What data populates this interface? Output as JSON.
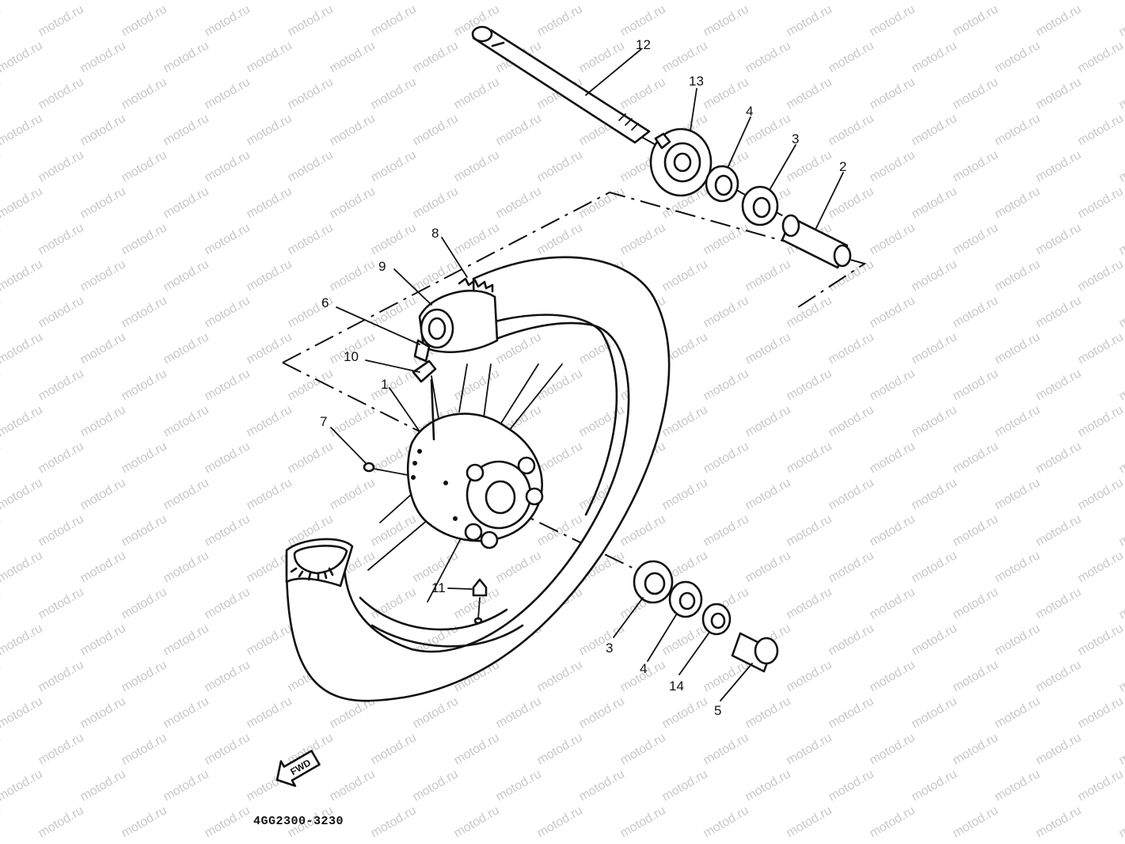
{
  "diagram": {
    "part_code": "4GG2300-3230",
    "fwd_label": "FWD",
    "watermark": "motod.ru",
    "callouts": {
      "c1": "1",
      "c2": "2",
      "c3a": "3",
      "c3b": "3",
      "c4a": "4",
      "c4b": "4",
      "c5": "5",
      "c6": "6",
      "c7": "7",
      "c8": "8",
      "c9": "9",
      "c10": "10",
      "c11": "11",
      "c12": "12",
      "c13": "13",
      "c14": "14"
    }
  }
}
